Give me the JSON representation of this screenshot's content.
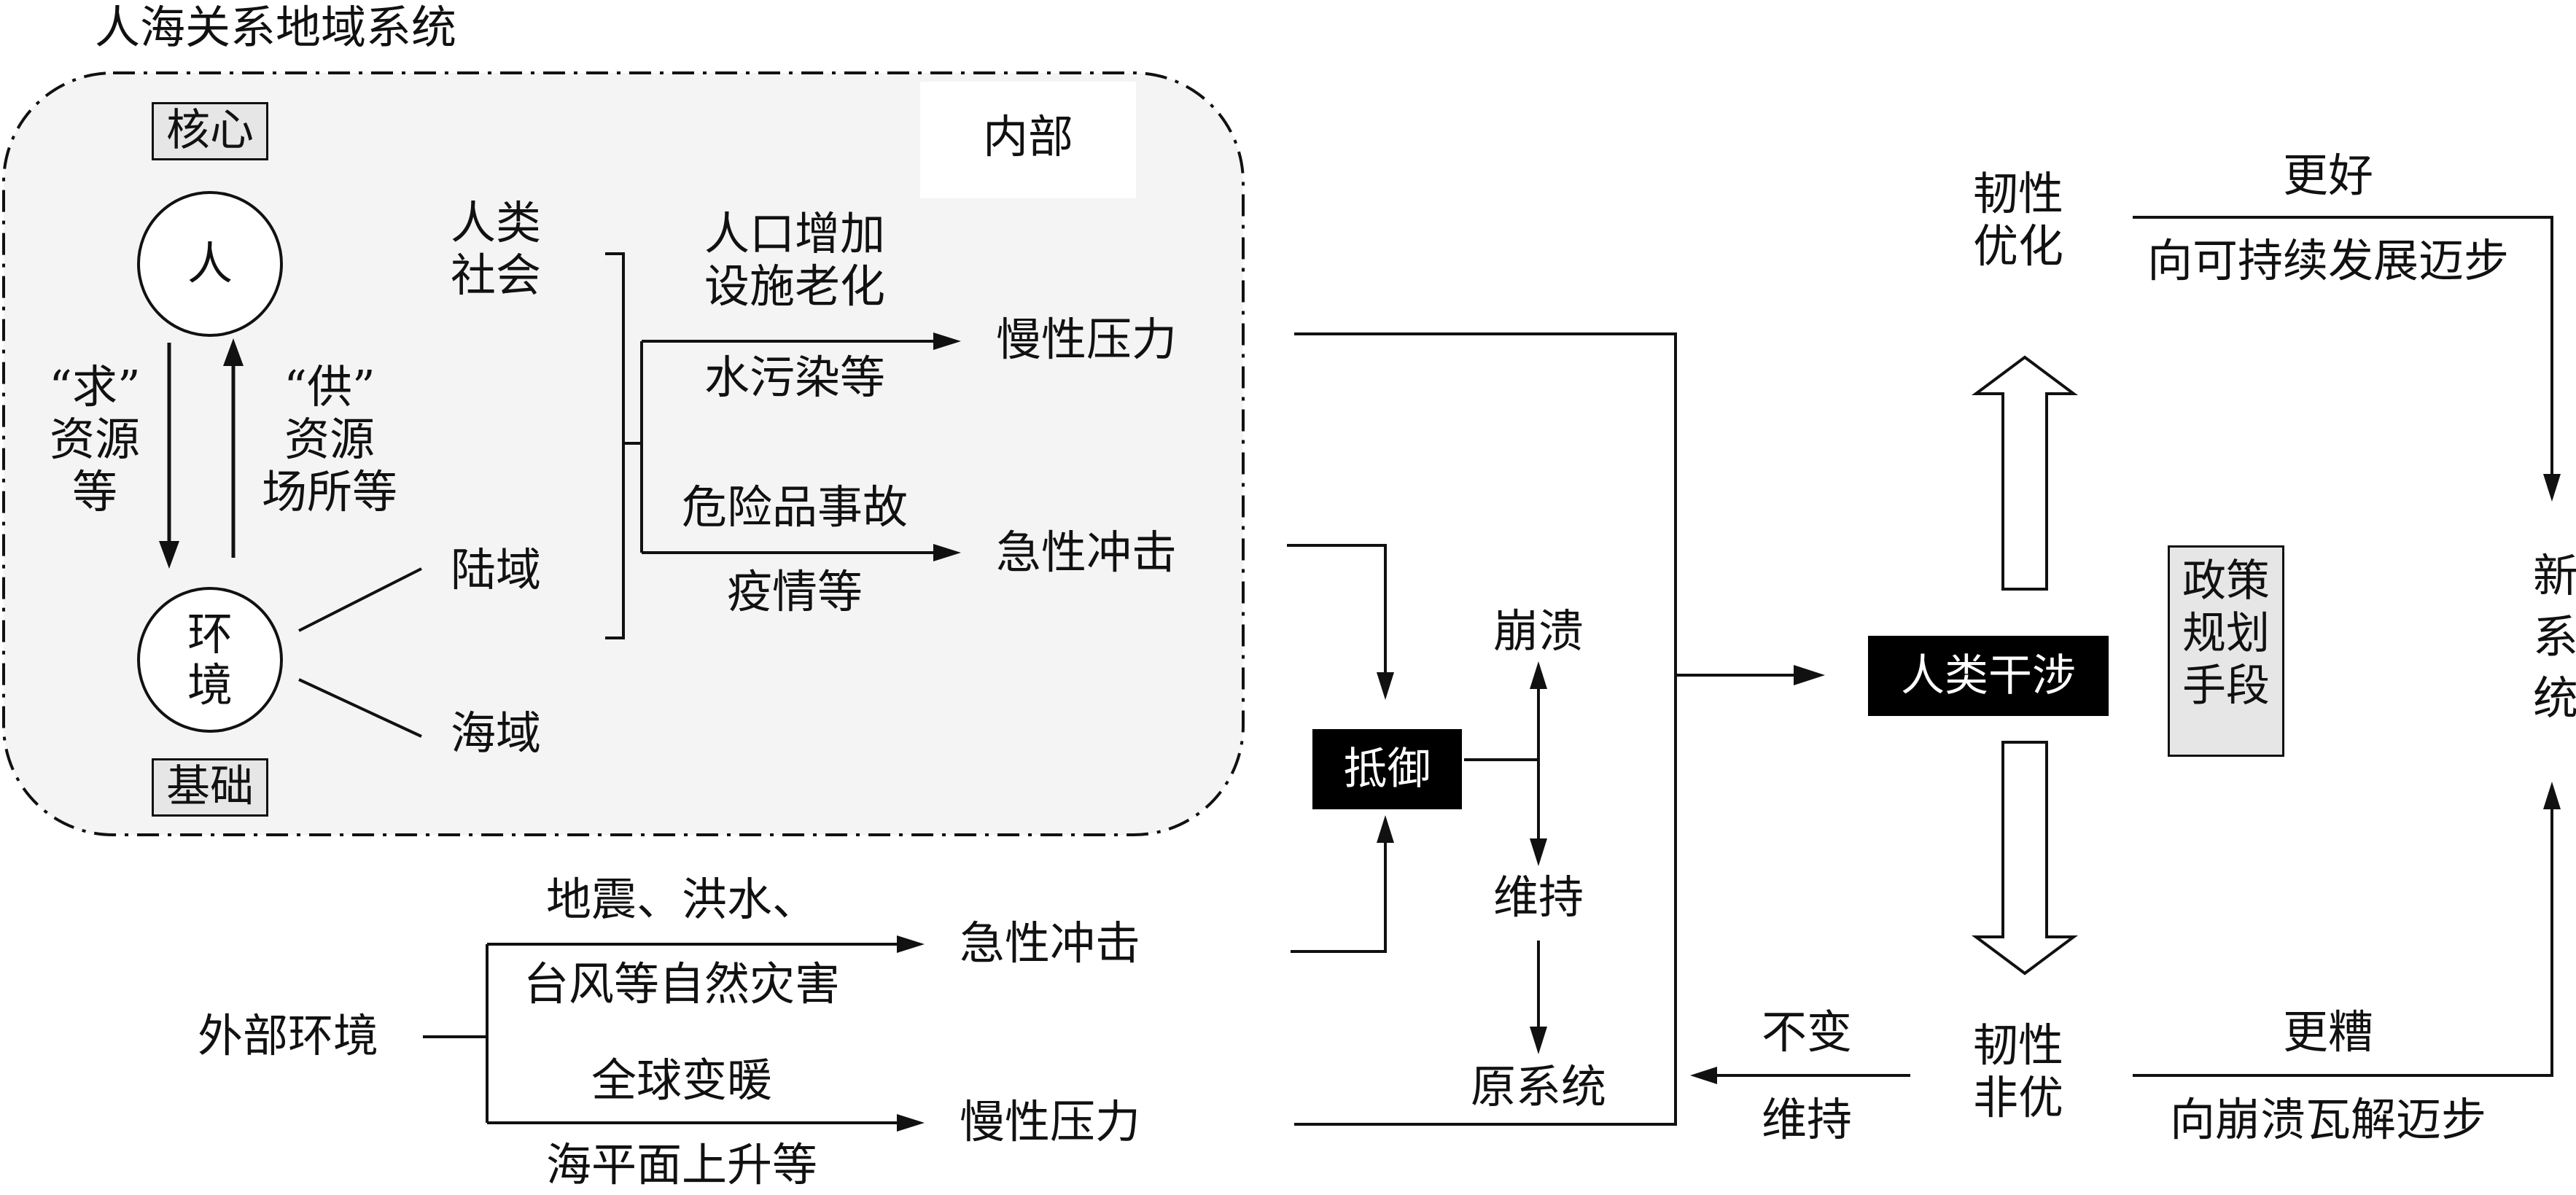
{
  "system_title": "人海关系地域系统",
  "inner": {
    "label": "内部",
    "core_label": "核心",
    "base_label": "基础",
    "human_circle": "人",
    "env_circle": "环\n境",
    "demand_text": "“求”\n资源\n等",
    "supply_text": "“供”\n资源\n场所等",
    "human_society": "人类\n社会",
    "land": "陆域",
    "sea": "海域",
    "chronic_causes_top": "人口增加\n设施老化",
    "chronic_causes_bottom": "水污染等",
    "chronic_label": "慢性压力",
    "acute_causes_top": "危险品事故",
    "acute_causes_bottom": "疫情等",
    "acute_label": "急性冲击"
  },
  "external": {
    "label": "外部环境",
    "acute_causes_top": "地震、洪水、",
    "acute_causes_bottom": "台风等自然灾害",
    "acute_label": "急性冲击",
    "chronic_causes_top": "全球变暖",
    "chronic_causes_bottom": "海平面上升等",
    "chronic_label": "慢性压力"
  },
  "response": {
    "resist": "抵御",
    "collapse": "崩溃",
    "maintain": "维持",
    "original_system": "原系统",
    "human_intervention": "人类干涉",
    "resilience_optimized": "韧性\n优化",
    "resilience_not_optimized": "韧性\n非优",
    "better": "更好",
    "toward_sustainable": "向可持续发展迈步",
    "worse": "更糟",
    "toward_collapse": "向崩溃瓦解迈步",
    "unchanged": "不变",
    "maintain_bottom": "维持",
    "policy": "政策\n规划\n手段",
    "new_system": "新\n系\n统"
  }
}
